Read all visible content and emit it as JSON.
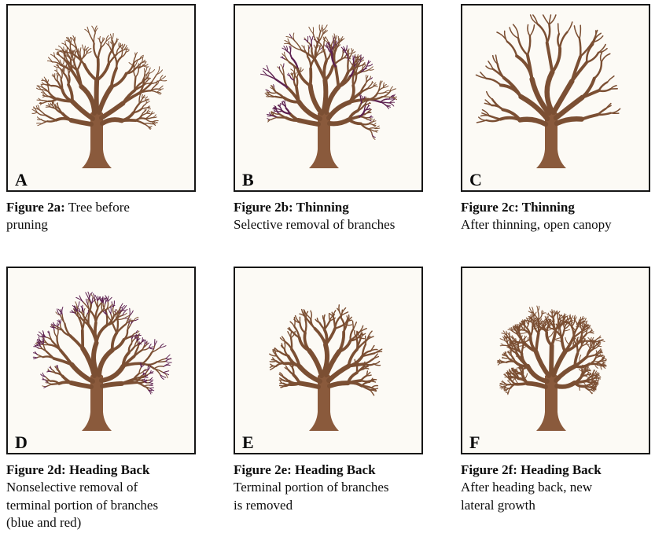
{
  "colors": {
    "branch": "#7B4F33",
    "trunk": "#8A5A3C",
    "highlight": "#5D2150",
    "panel_bg": "#FCFAF5",
    "border": "#161616",
    "text": "#0E0E0E",
    "page_bg": "#FFFFFF"
  },
  "panels": [
    {
      "letter": "A",
      "caption_title": "Figure 2a:",
      "caption_body": "Tree before\npruning",
      "tree_variant": "full-canopy"
    },
    {
      "letter": "B",
      "caption_title": "Figure 2b: Thinning",
      "caption_body": "Selective removal of branches",
      "tree_variant": "thinning-selected"
    },
    {
      "letter": "C",
      "caption_title": "Figure 2c: Thinning",
      "caption_body": "After thinning, open canopy",
      "tree_variant": "open-canopy"
    },
    {
      "letter": "D",
      "caption_title": "Figure 2d: Heading Back",
      "caption_body": "Nonselective removal of\nterminal portion of branches\n(blue and red)",
      "tree_variant": "heading-marked"
    },
    {
      "letter": "E",
      "caption_title": "Figure 2e: Heading Back",
      "caption_body": "Terminal portion of branches\nis removed",
      "tree_variant": "headed-back"
    },
    {
      "letter": "F",
      "caption_title": "Figure 2f: Heading Back",
      "caption_body": "After heading back, new\nlateral growth",
      "tree_variant": "lateral-regrowth"
    }
  ]
}
